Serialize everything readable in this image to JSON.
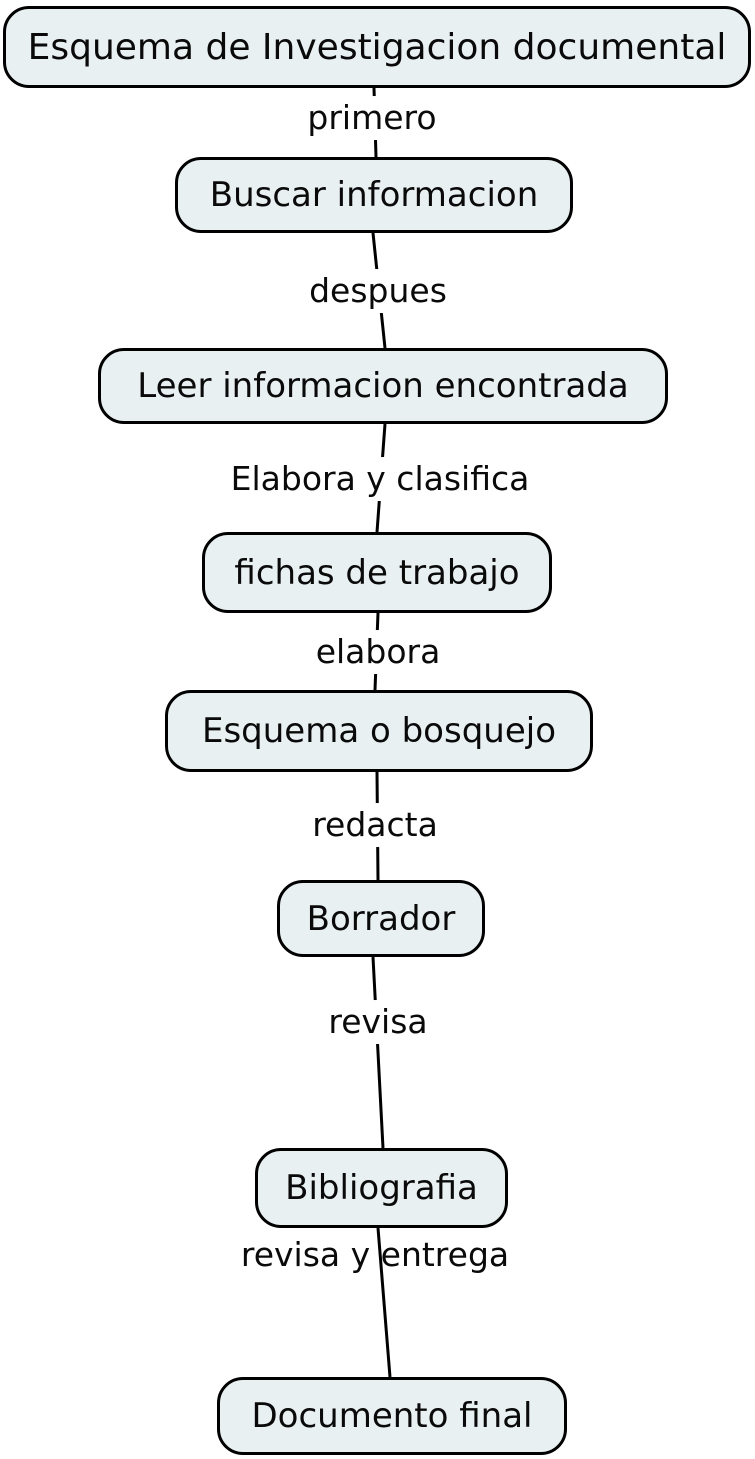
{
  "diagram": {
    "nodes": [
      {
        "id": "esquema-investigacion-documental",
        "label": "Esquema de Investigacion documental"
      },
      {
        "id": "buscar-informacion",
        "label": "Buscar informacion"
      },
      {
        "id": "leer-informacion-encontrada",
        "label": "Leer informacion encontrada"
      },
      {
        "id": "fichas-de-trabajo",
        "label": "fichas de trabajo"
      },
      {
        "id": "esquema-o-bosquejo",
        "label": "Esquema o bosquejo"
      },
      {
        "id": "borrador",
        "label": "Borrador"
      },
      {
        "id": "bibliografia",
        "label": "Bibliografia"
      },
      {
        "id": "documento-final",
        "label": "Documento final"
      }
    ],
    "edges": [
      {
        "from": "esquema-investigacion-documental",
        "to": "buscar-informacion",
        "label": "primero"
      },
      {
        "from": "buscar-informacion",
        "to": "leer-informacion-encontrada",
        "label": "despues"
      },
      {
        "from": "leer-informacion-encontrada",
        "to": "fichas-de-trabajo",
        "label": "Elabora y clasifica"
      },
      {
        "from": "fichas-de-trabajo",
        "to": "esquema-o-bosquejo",
        "label": "elabora"
      },
      {
        "from": "esquema-o-bosquejo",
        "to": "borrador",
        "label": "redacta"
      },
      {
        "from": "borrador",
        "to": "bibliografia",
        "label": "revisa"
      },
      {
        "from": "bibliografia",
        "to": "documento-final",
        "label": "revisa y entrega"
      }
    ],
    "colors": {
      "node_fill": "#e9f0f2",
      "node_border": "#000000",
      "edge_line": "#000000",
      "text": "#0a0a0a",
      "background": "#ffffff"
    }
  }
}
